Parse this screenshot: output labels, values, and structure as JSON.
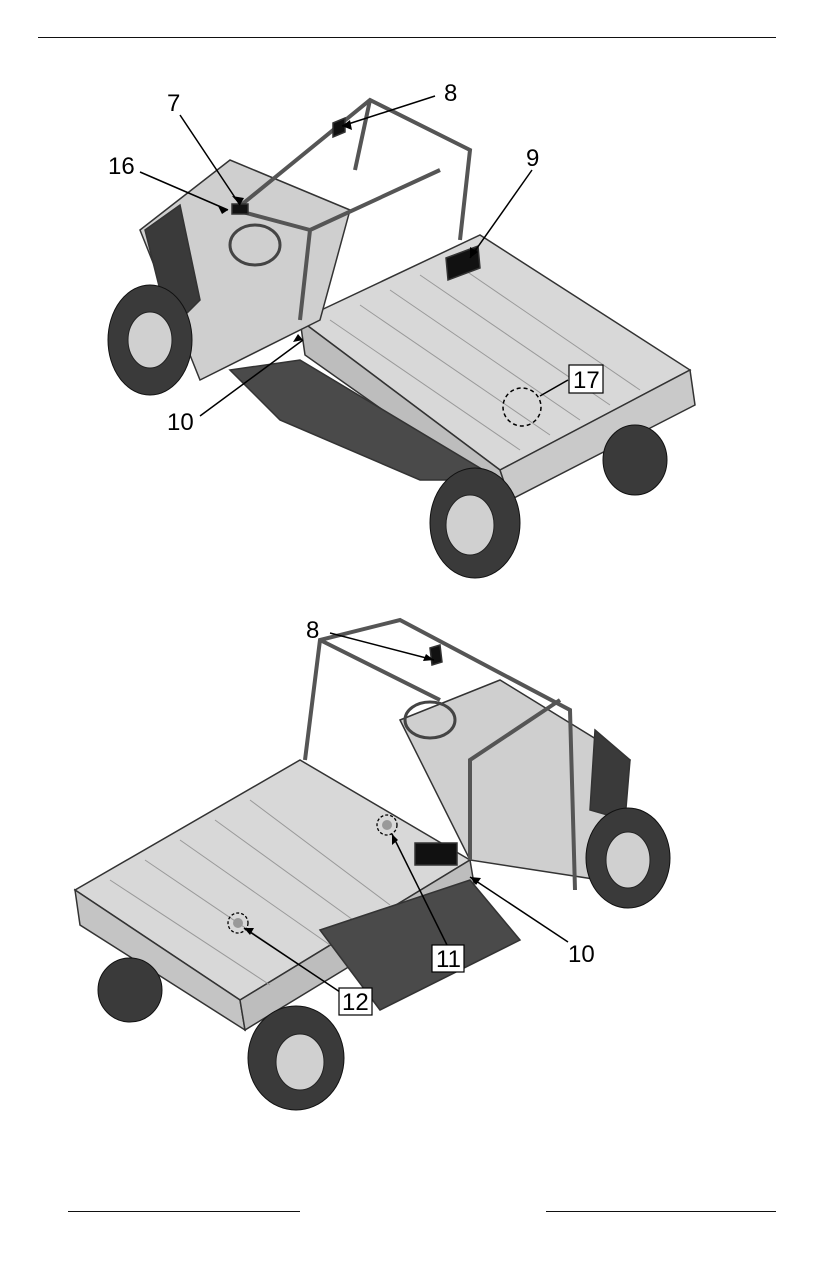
{
  "figure_top": {
    "callouts": [
      "7",
      "8",
      "16",
      "9",
      "10",
      "17"
    ]
  },
  "figure_bottom": {
    "callouts": [
      "8",
      "11",
      "10",
      "12"
    ]
  }
}
